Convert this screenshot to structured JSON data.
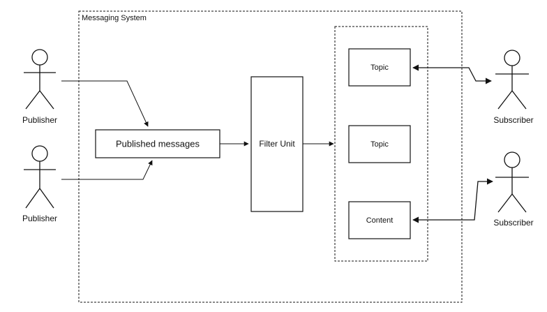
{
  "system": {
    "title": "Messaging System"
  },
  "actors": {
    "publisher_top": "Publisher",
    "publisher_bottom": "Publisher",
    "subscriber_top": "Subscriber",
    "subscriber_bottom": "Subscriber"
  },
  "nodes": {
    "published_messages": "Published messages",
    "filter_unit": "Filter Unit",
    "topic_1": "Topic",
    "topic_2": "Topic",
    "content": "Content"
  },
  "colors": {
    "stroke": "#111111",
    "background": "#ffffff"
  }
}
